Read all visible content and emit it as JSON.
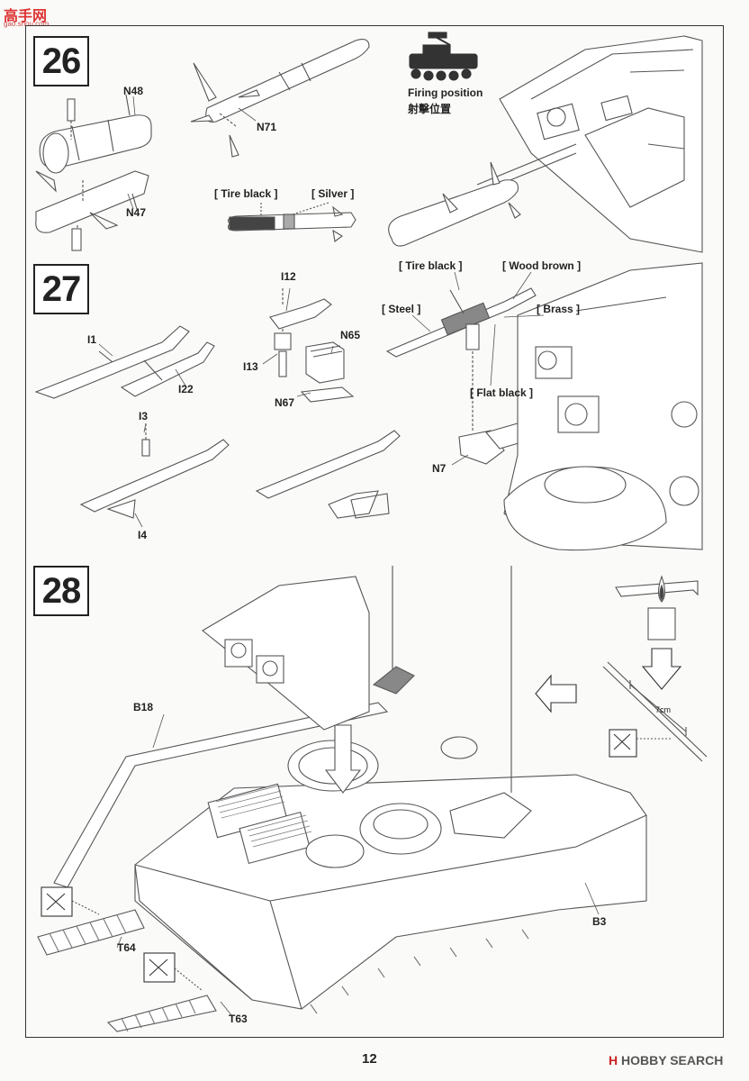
{
  "watermark": {
    "site": "高手网",
    "url": "gao.shou.com"
  },
  "steps": [
    {
      "number": "26"
    },
    {
      "number": "27"
    },
    {
      "number": "28"
    }
  ],
  "step26": {
    "firing_position_en": "Firing position",
    "firing_position_zh": "射擊位置",
    "parts": {
      "n48": "N48",
      "n47": "N47",
      "n71": "N71"
    },
    "paint_tire_black": "[ Tire black ]",
    "paint_silver": "[ Silver ]"
  },
  "step27": {
    "parts": {
      "i1": "I1",
      "i22": "I22",
      "i12": "I12",
      "i13": "I13",
      "n65": "N65",
      "n67": "N67",
      "i3": "I3",
      "i4": "I4",
      "n7": "N7"
    },
    "paint_tire_black": "[ Tire black ]",
    "paint_wood_brown": "[ Wood brown ]",
    "paint_steel": "[ Steel ]",
    "paint_brass": "[ Brass ]",
    "paint_flat_black": "[ Flat black ]"
  },
  "step28": {
    "parts": {
      "b18": "B18",
      "b3": "B3",
      "t64": "T64",
      "t63": "T63"
    },
    "measure": "7cm"
  },
  "footer": {
    "page_number": "12",
    "brand_mark": "H",
    "brand_text": "HOBBY SEARCH"
  }
}
